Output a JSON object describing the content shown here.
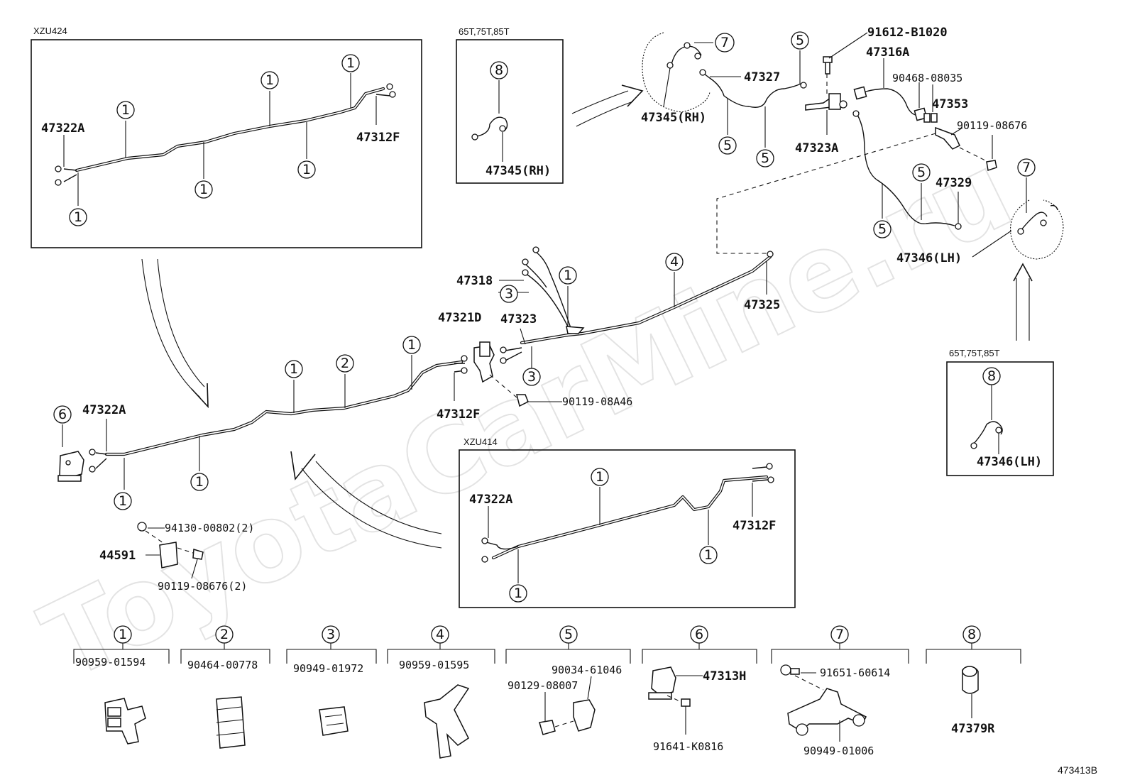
{
  "watermark": "ToyotaCarMine.ru",
  "diagram_ref": "473413B",
  "variants": {
    "xzu424": "XZU424",
    "xzu414": "XZU414",
    "tonnage_rh": "65T,75T,85T",
    "tonnage_lh": "65T,75T,85T"
  },
  "callouts": [
    "1",
    "2",
    "3",
    "4",
    "5",
    "6",
    "7",
    "8"
  ],
  "parts": {
    "p47322A": "47322A",
    "p47312F": "47312F",
    "p47345RH": "47345(RH)",
    "p47346LH": "47346(LH)",
    "p47327": "47327",
    "p91612": "91612-B1020",
    "p47316A": "47316A",
    "p90468": "90468-08035",
    "p47353": "47353",
    "p90119_08676": "90119-08676",
    "p47323A": "47323A",
    "p47329": "47329",
    "p47325": "47325",
    "p47318": "47318",
    "p47321D": "47321D",
    "p47323": "47323",
    "p90119_08A46": "90119-08A46",
    "p94130": "94130-00802(2)",
    "p44591": "44591",
    "p90119_08676_2": "90119-08676(2)"
  },
  "legend": [
    {
      "callout": "1",
      "part": "90959-01594"
    },
    {
      "callout": "2",
      "part": "90464-00778"
    },
    {
      "callout": "3",
      "part": "90949-01972"
    },
    {
      "callout": "4",
      "part": "90959-01595"
    },
    {
      "callout": "5",
      "parts": [
        "90034-61046",
        "90129-08007"
      ]
    },
    {
      "callout": "6",
      "parts": [
        "47313H",
        "91641-K0816"
      ]
    },
    {
      "callout": "7",
      "parts": [
        "91651-60614",
        "90949-01006"
      ]
    },
    {
      "callout": "8",
      "part": "47379R"
    }
  ]
}
